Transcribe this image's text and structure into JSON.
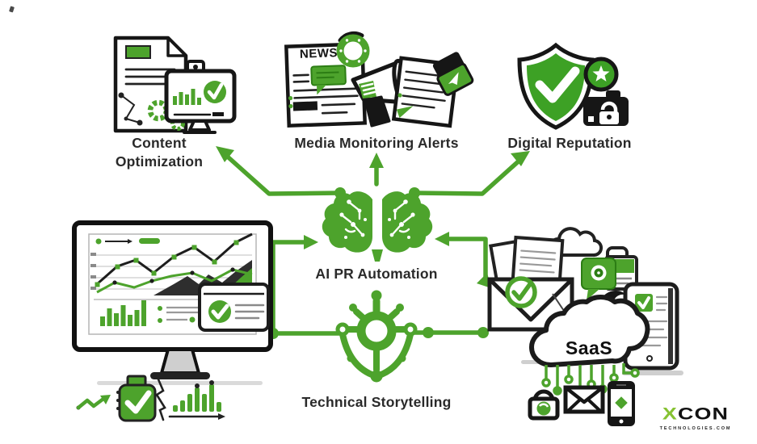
{
  "colors": {
    "accent_green": "#4da32c",
    "shield_green": "#3da125",
    "logo_green": "#86c232",
    "ink": "#1d1d1d",
    "text": "#2a2a2a",
    "gray_line": "#999999"
  },
  "nodes": {
    "content_optimization": {
      "label_line1": "Content",
      "label_line2": "Optimization"
    },
    "media_monitoring_alerts": {
      "label": "Media Monitoring Alerts",
      "news_masthead": "NEWS"
    },
    "digital_reputation": {
      "label": "Digital Reputation"
    },
    "ai_pr_automation": {
      "label": "AI PR Automation"
    },
    "technical_storytelling": {
      "label": "Technical Storytelling"
    },
    "saas_distribution": {
      "cloud_label": "SaaS"
    }
  },
  "edges": [
    {
      "from": "ai_pr_automation",
      "to": "content_optimization",
      "style": "dot-elbow-arrow"
    },
    {
      "from": "ai_pr_automation",
      "to": "media_monitoring_alerts",
      "style": "arrow-up"
    },
    {
      "from": "ai_pr_automation",
      "to": "digital_reputation",
      "style": "dot-elbow-arrow"
    },
    {
      "from": "analytics_monitor",
      "to": "ai_pr_automation",
      "style": "dot-elbow-arrow"
    },
    {
      "from": "analytics_monitor",
      "to": "technical_storytelling",
      "style": "line"
    },
    {
      "from": "technical_storytelling",
      "to": "saas_distribution",
      "style": "line-dots"
    },
    {
      "from": "ai_pr_automation",
      "to": "saas_distribution",
      "style": "double-headed-elbow"
    }
  ],
  "icons": [
    "document-icon",
    "monitor-check-icon",
    "gear-icon",
    "news-page-icon",
    "speech-bubble-icon",
    "megaphone-icon",
    "press-clipping-icon",
    "shield-check-icon",
    "star-badge-icon",
    "camera-lock-icon",
    "ai-brain-icon",
    "analytics-dashboard-icon",
    "trend-arrow-icon",
    "approved-notebook-icon",
    "sparkline-icon",
    "mini-bar-chart-icon",
    "network-hub-icon",
    "open-envelope-docs-icon",
    "check-circle-icon",
    "media-card-icon",
    "cloud-icon",
    "swoosh-icon",
    "tablet-check-icon",
    "circuit-pins-icon",
    "home-lock-icon",
    "envelope-icon",
    "smartphone-icon"
  ],
  "logo": {
    "brand_first_letter": "X",
    "brand_rest": "CON",
    "tagline": "TECHNOLOGIES.COM"
  }
}
